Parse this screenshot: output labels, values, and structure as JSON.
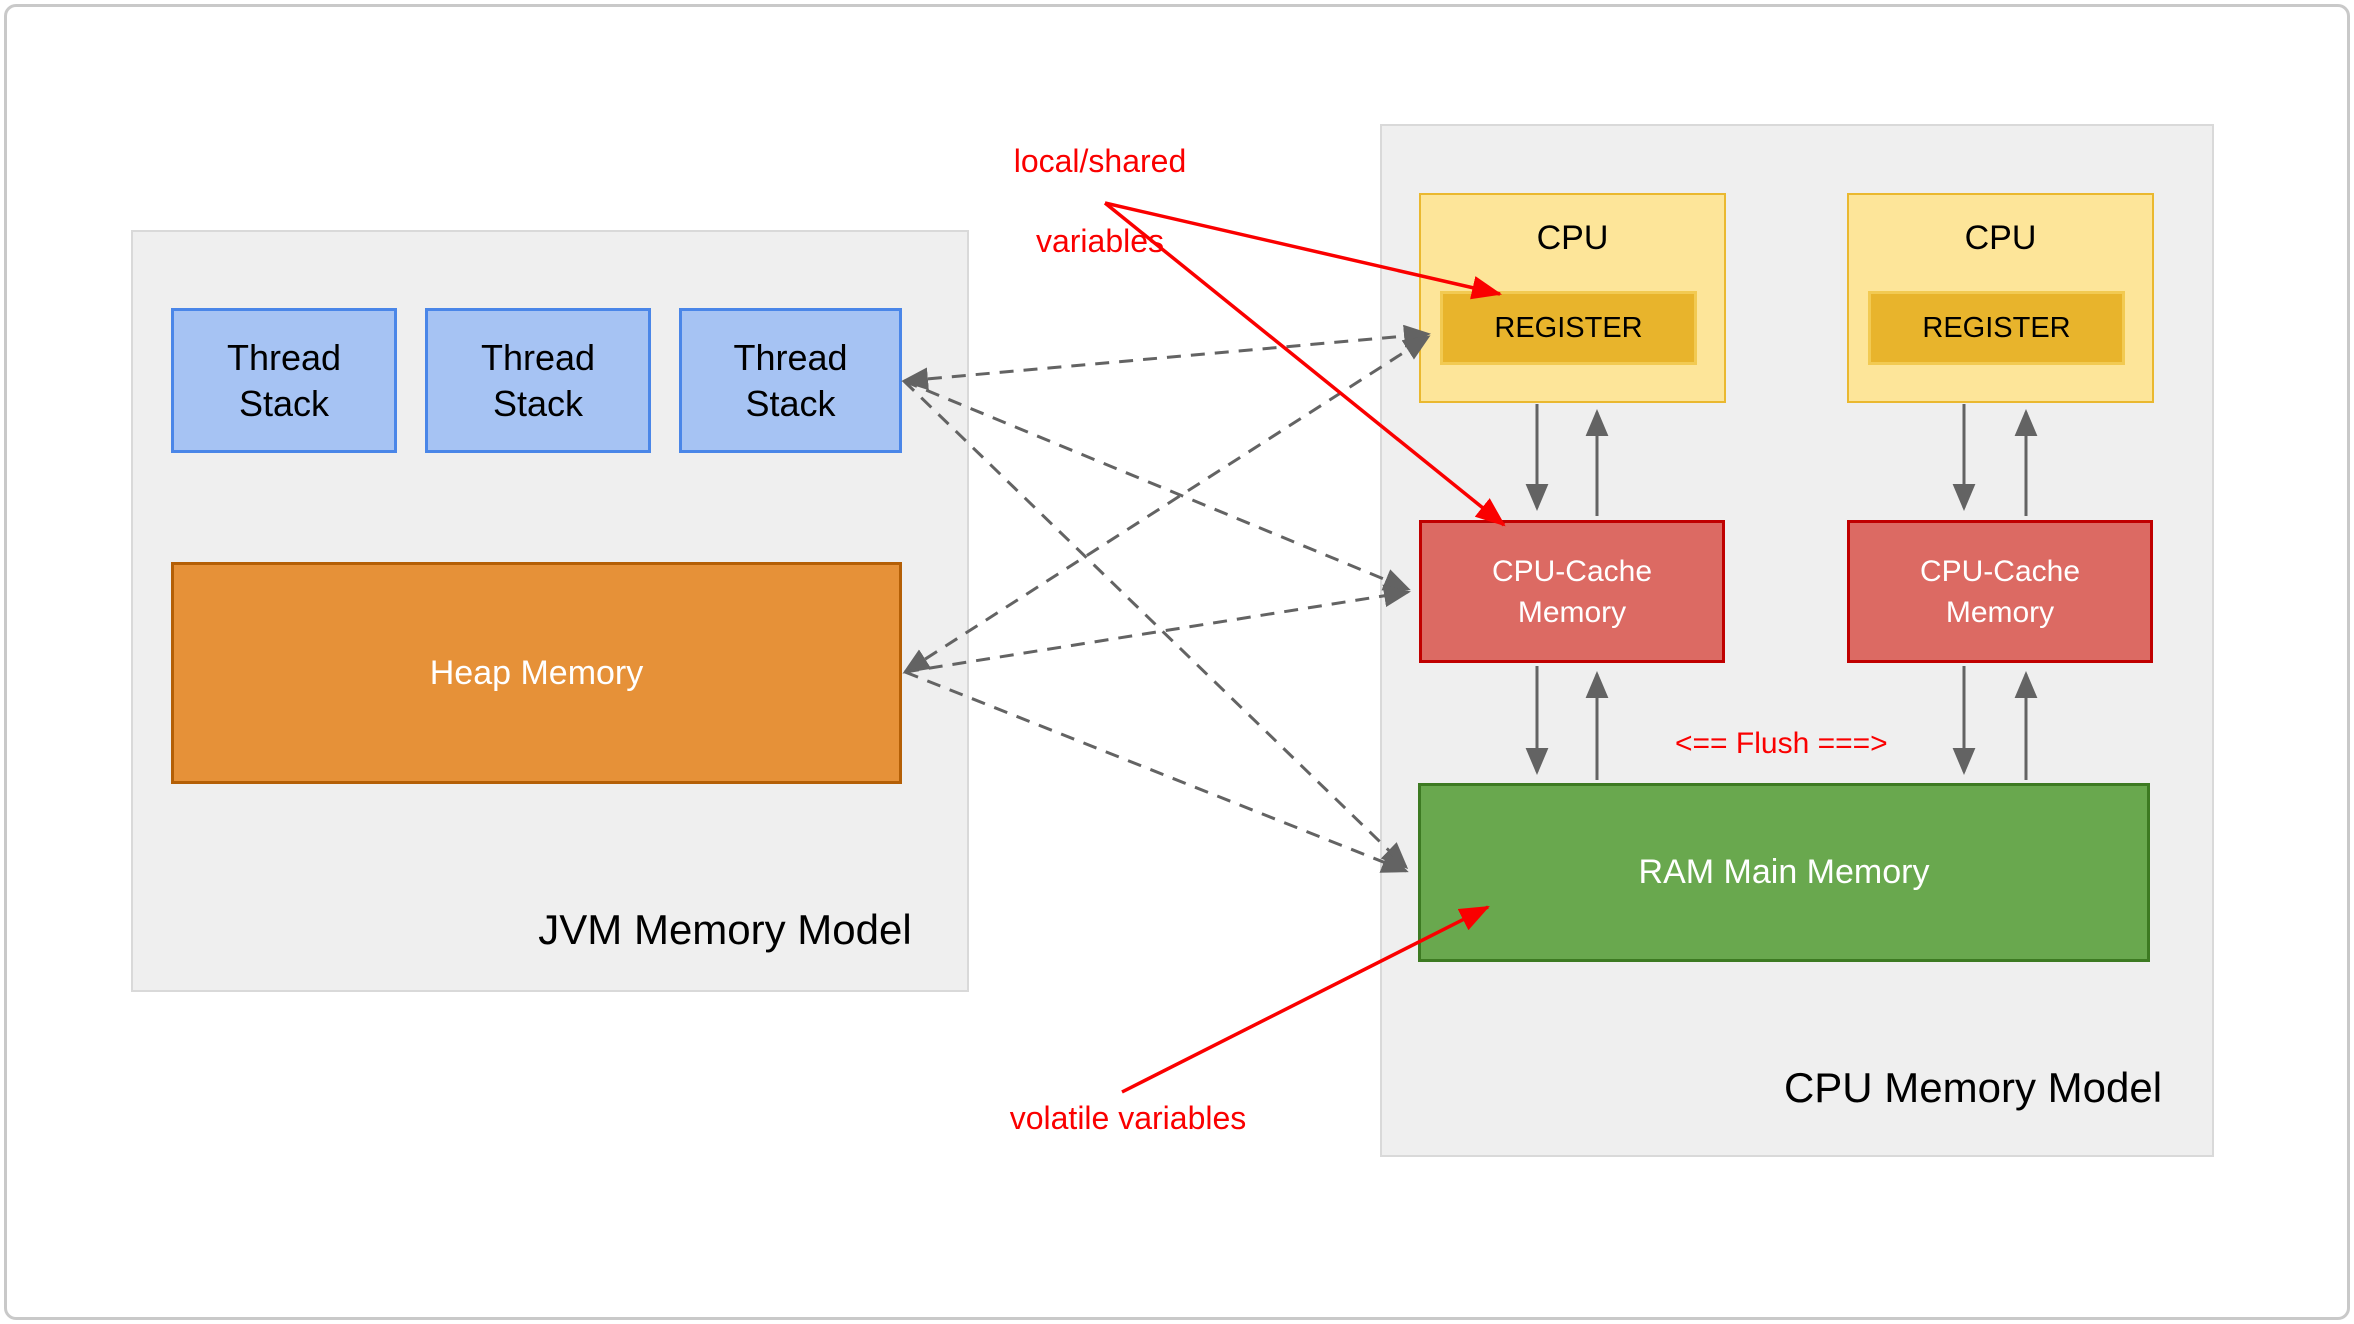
{
  "jvm": {
    "title": "JVM Memory Model",
    "thread_stacks": [
      {
        "top": "Thread",
        "bottom": "Stack"
      },
      {
        "top": "Thread",
        "bottom": "Stack"
      },
      {
        "top": "Thread",
        "bottom": "Stack"
      }
    ],
    "heap_label": "Heap Memory"
  },
  "cpu_model": {
    "title": "CPU Memory Model",
    "units": [
      {
        "label": "CPU",
        "register": "REGISTER",
        "cache_top": "CPU-Cache",
        "cache_bottom": "Memory"
      },
      {
        "label": "CPU",
        "register": "REGISTER",
        "cache_top": "CPU-Cache",
        "cache_bottom": "Memory"
      }
    ],
    "ram_label": "RAM Main Memory"
  },
  "annotations": {
    "local_shared_line1": "local/shared",
    "local_shared_line2": "variables",
    "volatile_label": "volatile variables",
    "flush_label": "<== Flush ===>"
  },
  "colors": {
    "thread_stack_fill": "#a6c3f3",
    "thread_stack_border": "#4a86e8",
    "heap_fill": "#e69138",
    "cpu_fill": "#fde599",
    "register_fill": "#e8b42c",
    "cache_fill": "#dc6a63",
    "cache_border": "#c00000",
    "ram_fill": "#69a84e",
    "panel_fill": "#efefef",
    "annotation_red": "#fa0000",
    "arrow_gray": "#636363"
  }
}
